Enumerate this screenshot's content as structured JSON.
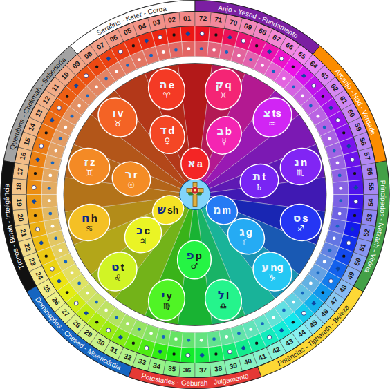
{
  "diagram": {
    "nodes": [
      {
        "text": [
          "א",
          "a"
        ]
      },
      {
        "text": [
          "מ",
          "m"
        ]
      },
      {
        "text": [
          "ש",
          "sh"
        ]
      },
      {
        "text": [
          "ד",
          "d",
          "♀"
        ]
      },
      {
        "text": [
          "ב",
          "b",
          "☿"
        ]
      },
      {
        "text": [
          "ת",
          "t",
          "♄"
        ]
      },
      {
        "text": [
          "ג",
          "g",
          "☾"
        ]
      },
      {
        "text": [
          "פ",
          "p",
          "♂"
        ]
      },
      {
        "text": [
          "כ",
          "c",
          "♃"
        ]
      },
      {
        "text": [
          "ר",
          "r",
          "☉"
        ]
      },
      {
        "text": [
          "ה",
          "e",
          "♈"
        ]
      },
      {
        "text": [
          "ק",
          "q",
          "♓"
        ]
      },
      {
        "text": [
          "צ",
          "ts",
          "♒"
        ]
      },
      {
        "text": [
          "נ",
          "n",
          "♏"
        ]
      },
      {
        "text": [
          "ס",
          "s",
          "♐"
        ]
      },
      {
        "text": [
          "ע",
          "ng",
          "♑"
        ]
      },
      {
        "text": [
          "ל",
          "l",
          "♎"
        ]
      },
      {
        "text": [
          "י",
          "y",
          "♍"
        ]
      },
      {
        "text": [
          "ט",
          "t",
          "♌"
        ]
      },
      {
        "text": [
          "ח",
          "h",
          "♋"
        ]
      },
      {
        "text": [
          "ז",
          "z",
          "♊"
        ]
      },
      {
        "text": [
          "ו",
          "v",
          "♉"
        ]
      }
    ],
    "labels": [
      "Serafins - Keter - Coroa",
      "Querubins - Chokmah - Sabedoria",
      "Tronos - Binah - Inteligência",
      "Dominações - Chesed - Misericórdia",
      "Potestades - Geburah - Julgamento",
      "Potências - Tiphareth - Beleza",
      "Principados - Netzach - Vitória",
      "Arcanjo - Hod - Verdade",
      "Anjo - Yesod - Fundamento",
      "01",
      "02",
      "03",
      "04",
      "05",
      "06",
      "07",
      "08",
      "09",
      "10",
      "11",
      "12",
      "13",
      "14",
      "15",
      "16",
      "17",
      "18",
      "19",
      "20",
      "21",
      "22",
      "23",
      "24",
      "25",
      "26",
      "27",
      "28",
      "29",
      "30",
      "31",
      "32",
      "33",
      "34",
      "35",
      "36",
      "37",
      "38",
      "39",
      "40",
      "41",
      "42",
      "43",
      "44",
      "45",
      "46",
      "47",
      "48",
      "49",
      "50",
      "51",
      "52",
      "53",
      "54",
      "55",
      "56",
      "57",
      "58",
      "59",
      "60",
      "61",
      "62",
      "63",
      "64",
      "65",
      "66",
      "67",
      "68",
      "69",
      "70",
      "71",
      "72"
    ]
  }
}
